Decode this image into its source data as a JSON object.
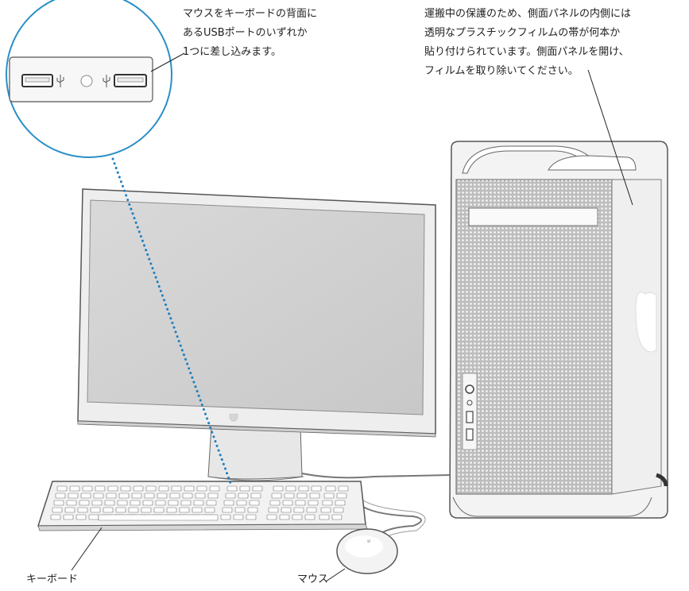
{
  "callouts": {
    "usb_instruction": [
      "マウスをキーボードの背面に",
      "あるUSBポートのいずれか",
      "1つに差し込みます。"
    ],
    "protective_film": [
      "運搬中の保護のため、側面パネルの内側には",
      "透明なプラスチックフィルムの帯が何本か",
      "貼り付けられています。側面パネルを開け、",
      "フィルムを取り除いてください。"
    ],
    "keyboard": "キーボード",
    "mouse": "マウス"
  },
  "colors": {
    "callout_ring": "#2a8fc7",
    "dotted_leader": "#1b7fc1",
    "leader_line": "#222222"
  },
  "icons": [
    "usb-port-icon",
    "usb-symbol-icon",
    "apple-logo-icon"
  ]
}
